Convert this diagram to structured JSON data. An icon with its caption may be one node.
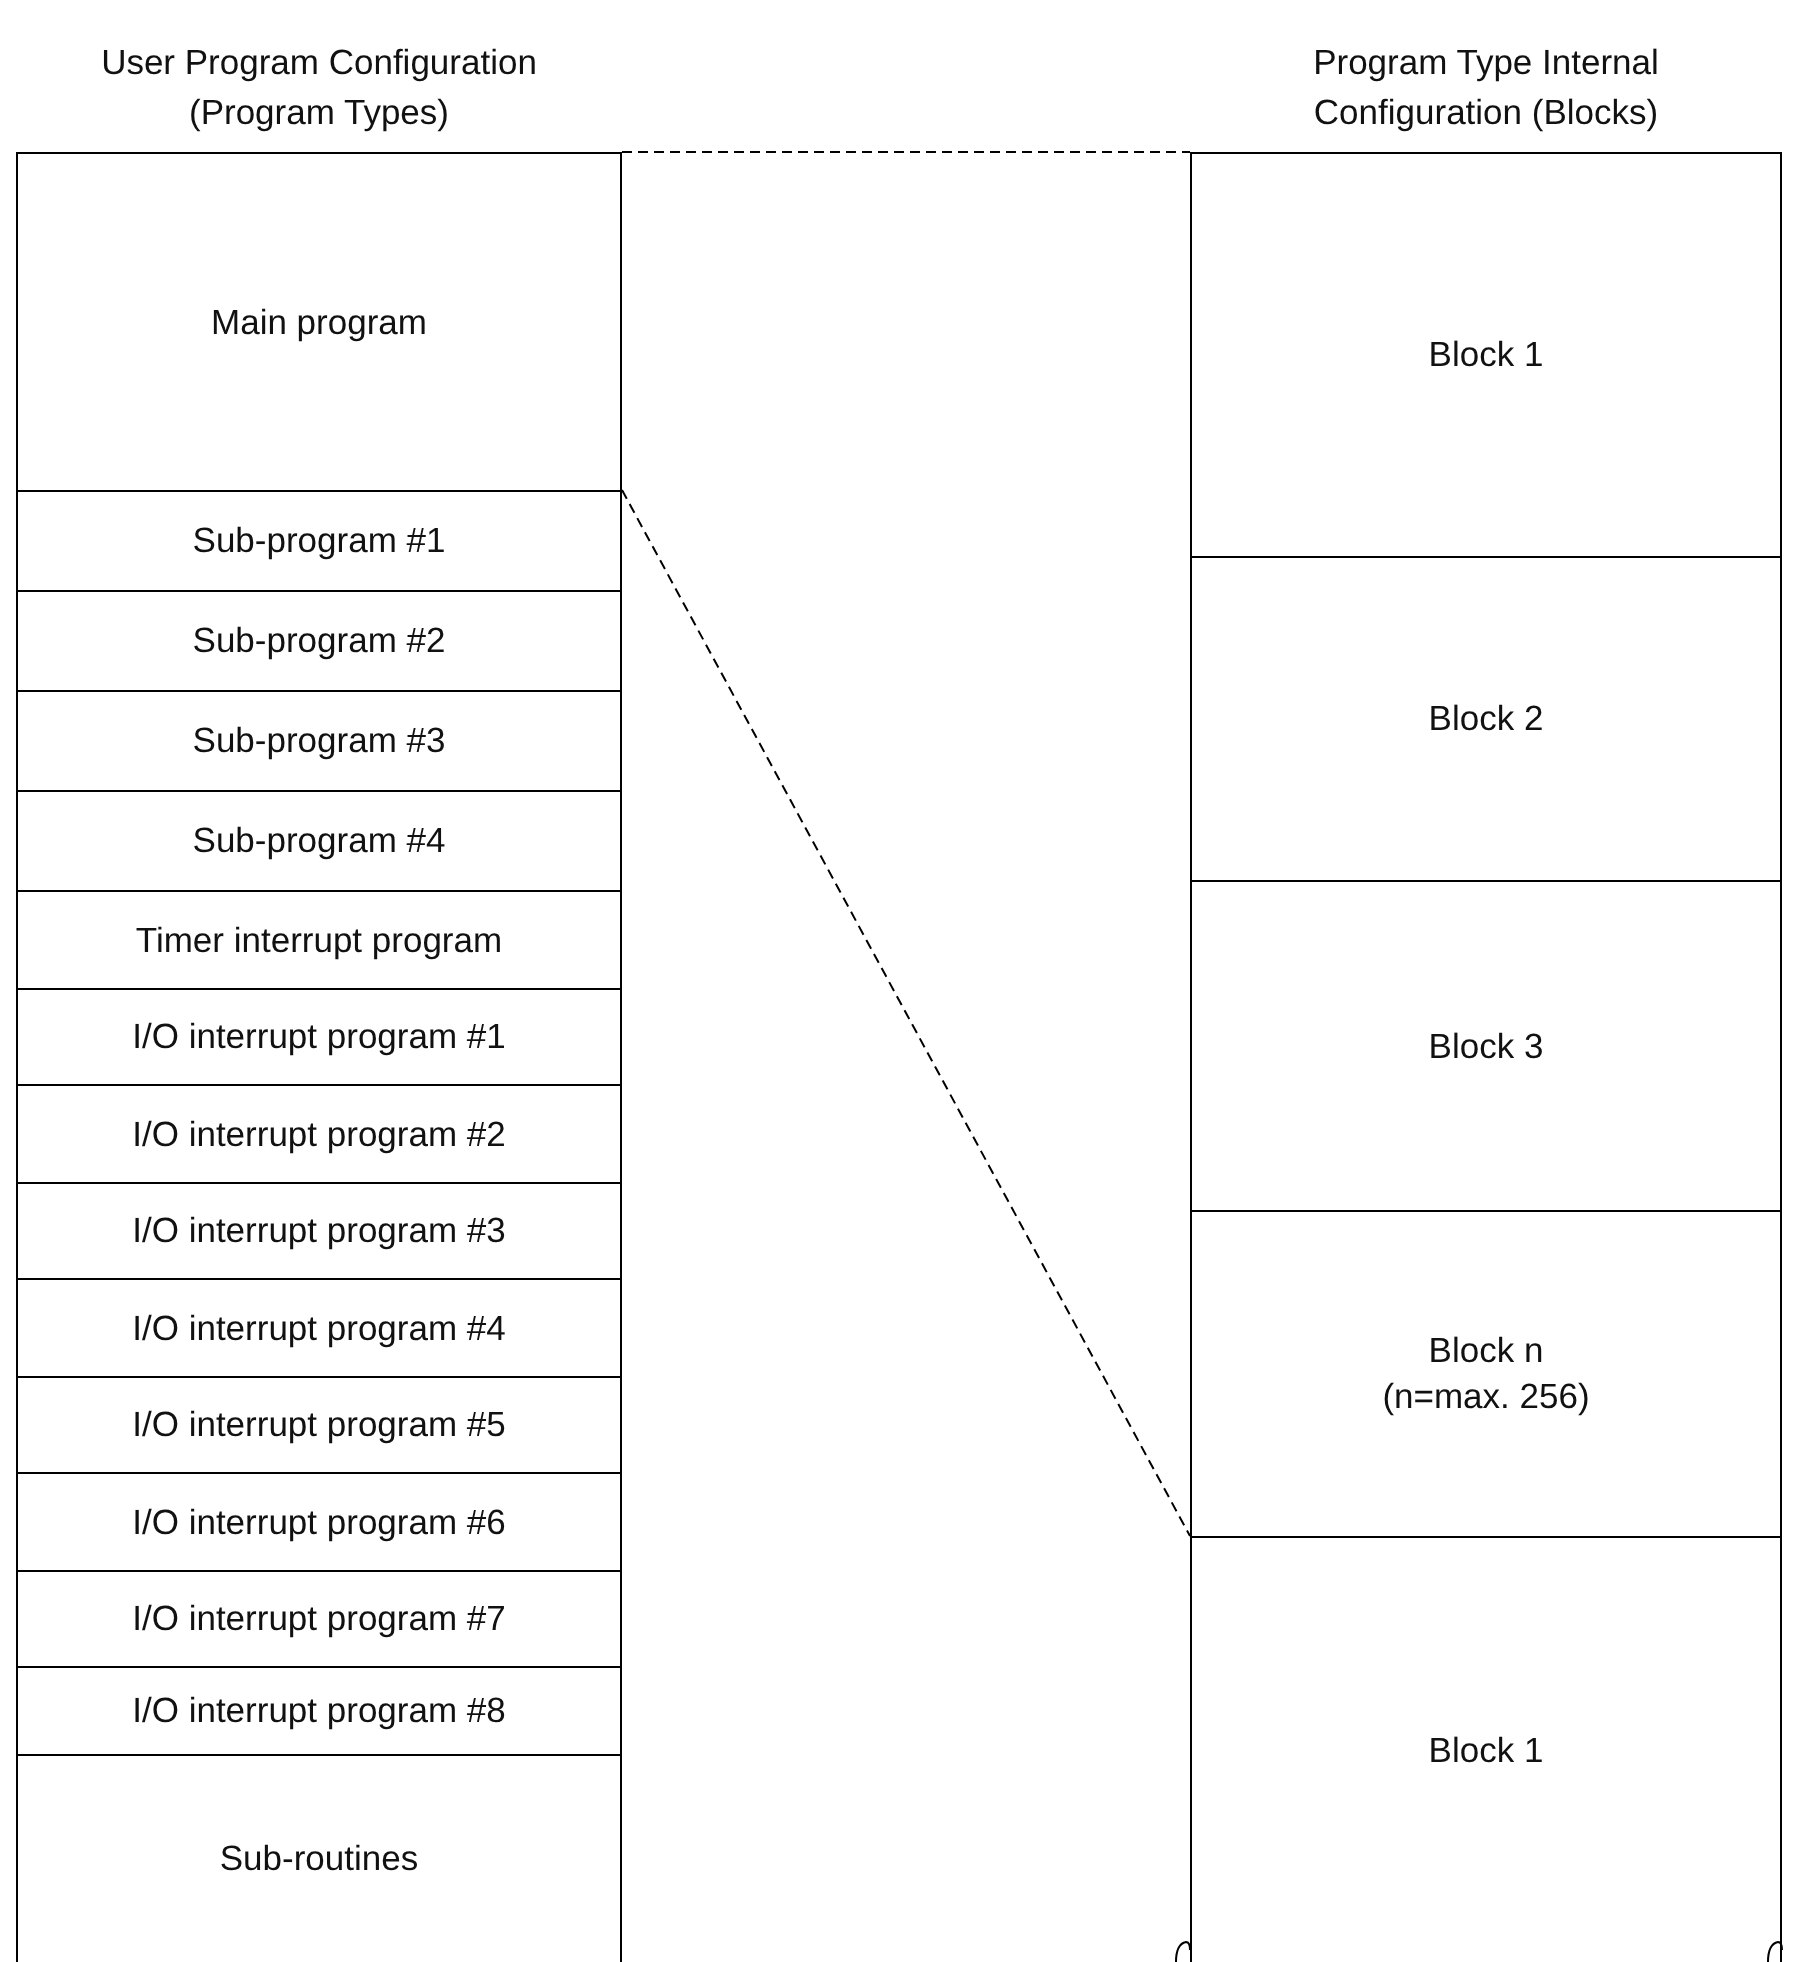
{
  "diagram": {
    "nodes": [
      {
        "text": [
          "User Program Configuration (Program Types)"
        ]
      },
      {
        "text": [
          "Main program"
        ],
        "in": 0
      },
      {
        "text": [
          "Sub-program #1"
        ],
        "in": 0
      },
      {
        "text": [
          "Sub-program #2"
        ],
        "in": 0
      },
      {
        "text": [
          "Sub-program #3"
        ],
        "in": 0
      },
      {
        "text": [
          "Sub-program #4"
        ],
        "in": 0
      },
      {
        "text": [
          "Timer interrupt program"
        ],
        "in": 0
      },
      {
        "text": [
          "I/O interrupt program #1"
        ],
        "in": 0
      },
      {
        "text": [
          "I/O interrupt program #2"
        ],
        "in": 0
      },
      {
        "text": [
          "I/O interrupt program #3"
        ],
        "in": 0
      },
      {
        "text": [
          "I/O interrupt program #4"
        ],
        "in": 0
      },
      {
        "text": [
          "I/O interrupt program #5"
        ],
        "in": 0
      },
      {
        "text": [
          "I/O interrupt program #6"
        ],
        "in": 0
      },
      {
        "text": [
          "I/O interrupt program #7"
        ],
        "in": 0
      },
      {
        "text": [
          "I/O interrupt program #8"
        ],
        "in": 0
      },
      {
        "text": [
          "Sub-routines"
        ],
        "in": 0
      },
      {
        "text": [
          "Program Type Internal Configuration (Blocks)"
        ]
      },
      {
        "text": [
          "Block 1"
        ],
        "in": 16
      },
      {
        "text": [
          "Block 2"
        ],
        "in": 16
      },
      {
        "text": [
          "Block 3"
        ],
        "in": 16
      },
      {
        "text": [
          "Block n",
          "(n=max. 256)"
        ],
        "in": 16
      },
      {
        "text": [
          "Block 1"
        ],
        "in": 16
      }
    ],
    "edges": [
      {
        "from": 1,
        "to": 17,
        "arrow": "none",
        "style": "dashed"
      },
      {
        "from": 1,
        "to": 20,
        "arrow": "none",
        "style": "dashed"
      }
    ]
  }
}
